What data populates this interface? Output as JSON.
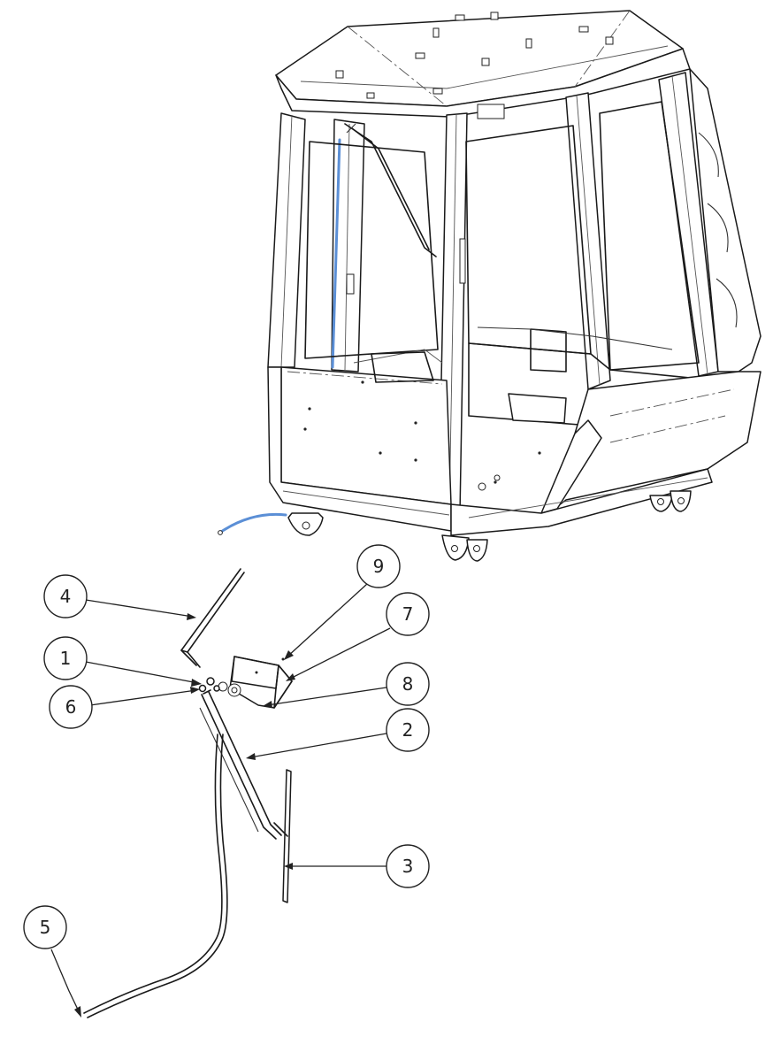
{
  "balloons": [
    {
      "label": "1"
    },
    {
      "label": "2"
    },
    {
      "label": "3"
    },
    {
      "label": "4"
    },
    {
      "label": "5"
    },
    {
      "label": "6"
    },
    {
      "label": "7"
    },
    {
      "label": "8"
    },
    {
      "label": "9"
    }
  ],
  "colors": {
    "line": "#1a1a1a",
    "highlight": "#5b8fd6",
    "background": "#ffffff"
  }
}
